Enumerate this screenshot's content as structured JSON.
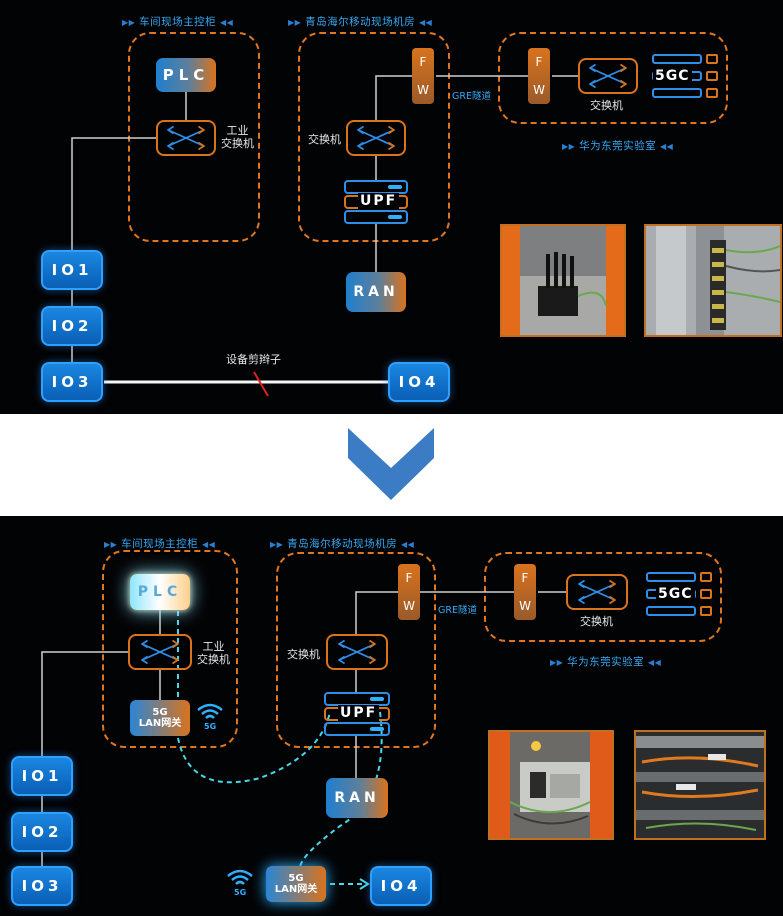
{
  "top": {
    "title_workshop": "车间现场主控柜",
    "title_haier": "青岛海尔移动现场机房",
    "title_huawei": "华为东莞实验室",
    "plc_label": "PLC",
    "industrial_switch_label": "工业\n交换机",
    "switch_label_left": "交换机",
    "switch_label_right": "交换机",
    "fw_left": [
      "F",
      "W"
    ],
    "fw_right": [
      "F",
      "W"
    ],
    "gre_label": "GRE隧道",
    "upf_label": "UPF",
    "gc_label": "5GC",
    "ran_label": "RAN",
    "io_labels": [
      "IO1",
      "IO2",
      "IO3",
      "IO4"
    ],
    "cut_label": "设备剪辫子"
  },
  "bottom": {
    "title_workshop": "车间现场主控柜",
    "title_haier": "青岛海尔移动现场机房",
    "title_huawei": "华为东莞实验室",
    "plc_label": "PLC",
    "industrial_switch_label": "工业\n交换机",
    "switch_label_left": "交换机",
    "switch_label_right": "交换机",
    "fw_left": [
      "F",
      "W"
    ],
    "fw_right": [
      "F",
      "W"
    ],
    "gre_label": "GRE隧道",
    "upf_label": "UPF",
    "gc_label": "5GC",
    "ran_label": "RAN",
    "lan_gateway_top": [
      "5G",
      "LAN网关"
    ],
    "lan_gateway_bottom": [
      "5G",
      "LAN网关"
    ],
    "wifi_5g": "5G",
    "io_labels": [
      "IO1",
      "IO2",
      "IO3",
      "IO4"
    ]
  },
  "colors": {
    "accent_orange": "#d9731d",
    "accent_blue": "#1f86e0",
    "dashed_path": "#49d6e8",
    "background": "#020305"
  },
  "icons": [
    "down-chevron-arrow",
    "switch-cross-arrows-icon",
    "wifi-icon",
    "server-stack-icon"
  ]
}
